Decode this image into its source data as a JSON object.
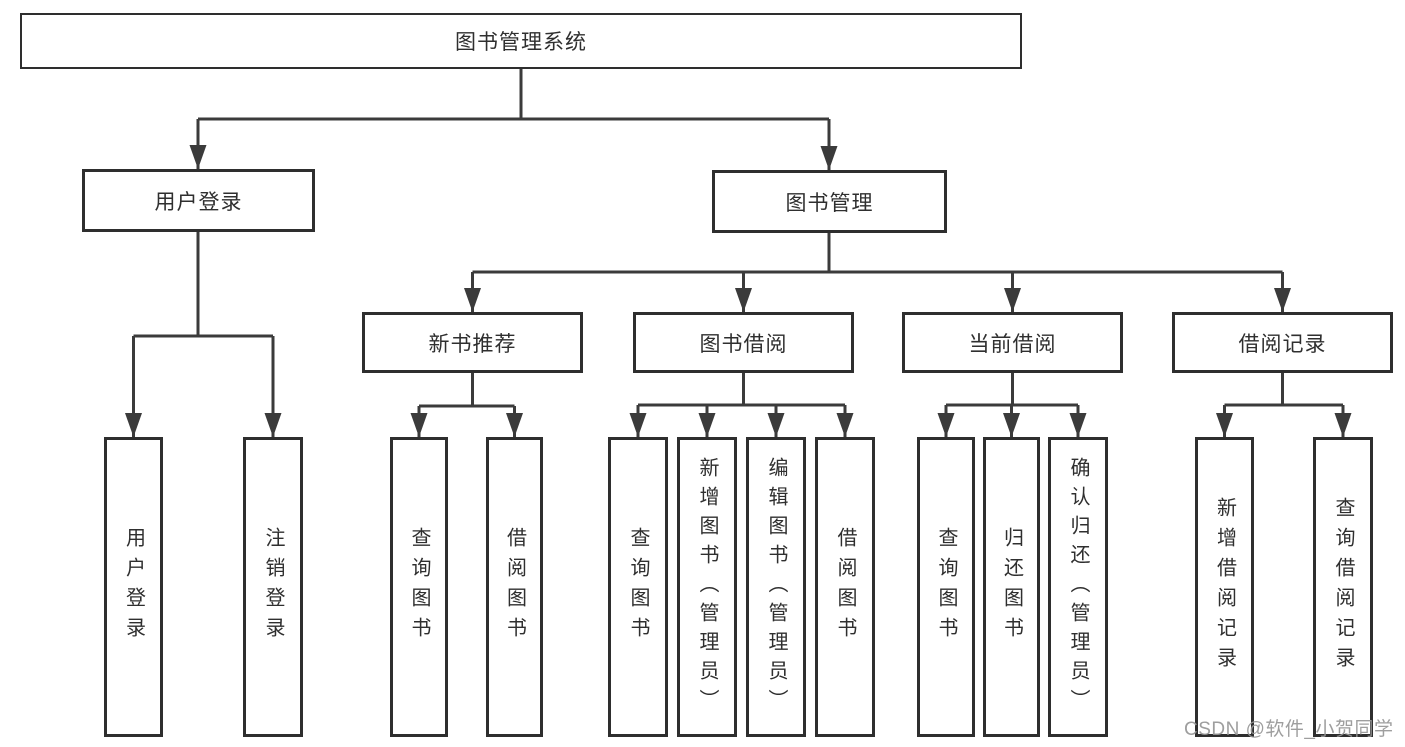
{
  "diagram": {
    "root": {
      "label": "图书管理系统"
    },
    "level2": [
      {
        "label": "用户登录"
      },
      {
        "label": "图书管理"
      }
    ],
    "level3": [
      {
        "label": "新书推荐",
        "parent": "图书管理"
      },
      {
        "label": "图书借阅",
        "parent": "图书管理"
      },
      {
        "label": "当前借阅",
        "parent": "图书管理"
      },
      {
        "label": "借阅记录",
        "parent": "图书管理"
      }
    ],
    "leaves": [
      {
        "label": "用户登录",
        "parent": "用户登录"
      },
      {
        "label": "注销登录",
        "parent": "用户登录"
      },
      {
        "label": "查询图书",
        "parent": "新书推荐"
      },
      {
        "label": "借阅图书",
        "parent": "新书推荐"
      },
      {
        "label": "查询图书",
        "parent": "图书借阅"
      },
      {
        "label": "新增图书（管理员）",
        "parent": "图书借阅"
      },
      {
        "label": "编辑图书（管理员）",
        "parent": "图书借阅"
      },
      {
        "label": "借阅图书",
        "parent": "图书借阅"
      },
      {
        "label": "查询图书",
        "parent": "当前借阅"
      },
      {
        "label": "归还图书",
        "parent": "当前借阅"
      },
      {
        "label": "确认归还（管理员）",
        "parent": "当前借阅"
      },
      {
        "label": "新增借阅记录",
        "parent": "借阅记录"
      },
      {
        "label": "查询借阅记录",
        "parent": "借阅记录"
      }
    ]
  },
  "watermark": {
    "text": "CSDN @软件_小贺同学",
    "color": "#969696"
  },
  "colors": {
    "background": "#ffffff",
    "line": "#3b3b3b",
    "box_border": "#2e2e2e",
    "text": "#2f2f2f"
  }
}
